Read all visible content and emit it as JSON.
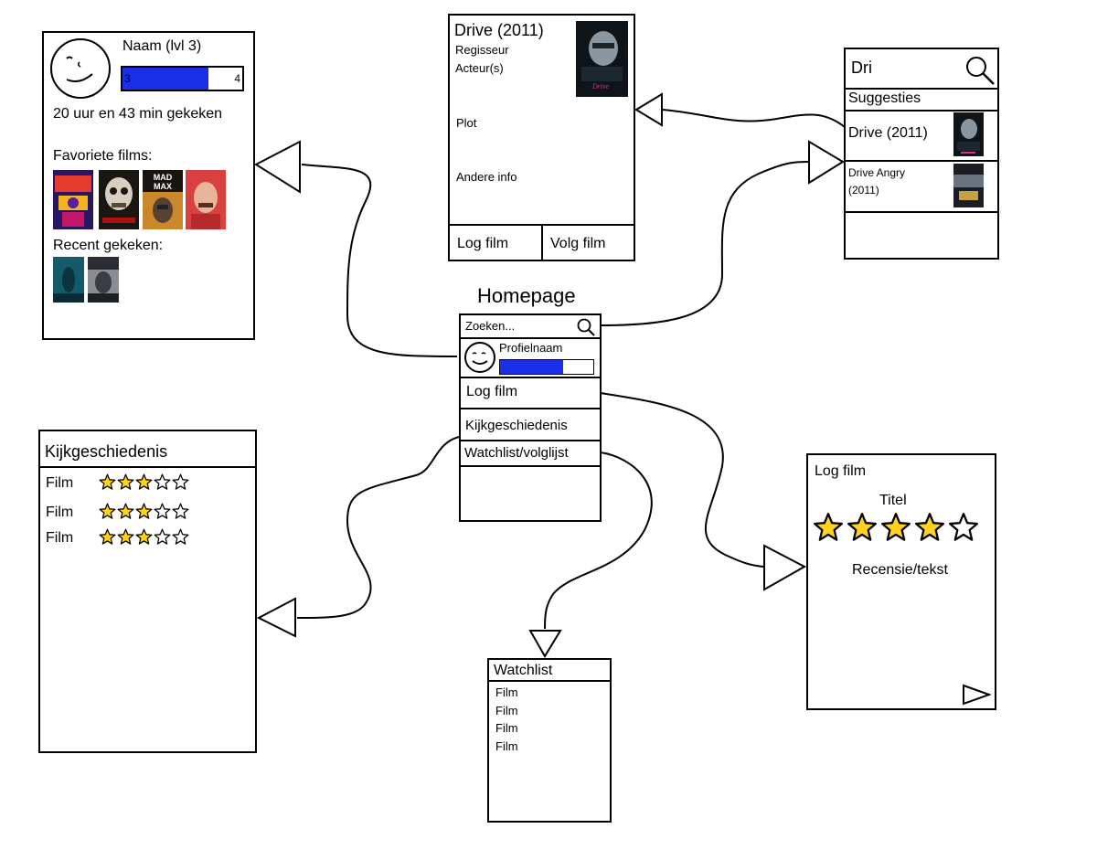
{
  "title": "Homepage",
  "colors": {
    "accent": "#1a2fe8",
    "star": "#ffd21f",
    "line": "#000000"
  },
  "profile": {
    "name": "Naam (lvl 3)",
    "level_from": "3",
    "level_to": "4",
    "progress": 0.72,
    "watch_time": "20 uur en 43 min gekeken",
    "favorites_label": "Favoriete films:",
    "recent_label": "Recent gekeken:",
    "favorites": [
      "poster-1",
      "poster-2",
      "poster-3",
      "poster-4"
    ],
    "favorite_poster3_text": "MAD MAX",
    "recent": [
      "poster-5",
      "poster-6"
    ]
  },
  "movie": {
    "title": "Drive (2011)",
    "director_label": "Regisseur",
    "actor_label": "Acteur(s)",
    "plot_label": "Plot",
    "other_label": "Andere info",
    "log_button": "Log film",
    "follow_button": "Volg film"
  },
  "search": {
    "query": "Dri",
    "suggestions_label": "Suggesties",
    "results": [
      {
        "title": "Drive (2011)"
      },
      {
        "title": "Drive Angry",
        "year": "(2011)"
      }
    ]
  },
  "homepage": {
    "search_placeholder": "Zoeken...",
    "profile_name": "Profielnaam",
    "progress": 0.68,
    "menu": [
      "Log film",
      "Kijkgeschiedenis",
      "Watchlist/volglijst"
    ]
  },
  "history": {
    "title": "Kijkgeschiedenis",
    "rows": [
      {
        "label": "Film",
        "rating": 3
      },
      {
        "label": "Film",
        "rating": 3
      },
      {
        "label": "Film",
        "rating": 3
      }
    ],
    "max_rating": 5
  },
  "watchlist": {
    "title": "Watchlist",
    "items": [
      "Film",
      "Film",
      "Film",
      "Film"
    ]
  },
  "logfilm": {
    "title": "Log film",
    "field_title": "Titel",
    "rating": 4,
    "max_rating": 5,
    "review_label": "Recensie/tekst",
    "submit_icon": "play-triangle-icon"
  }
}
